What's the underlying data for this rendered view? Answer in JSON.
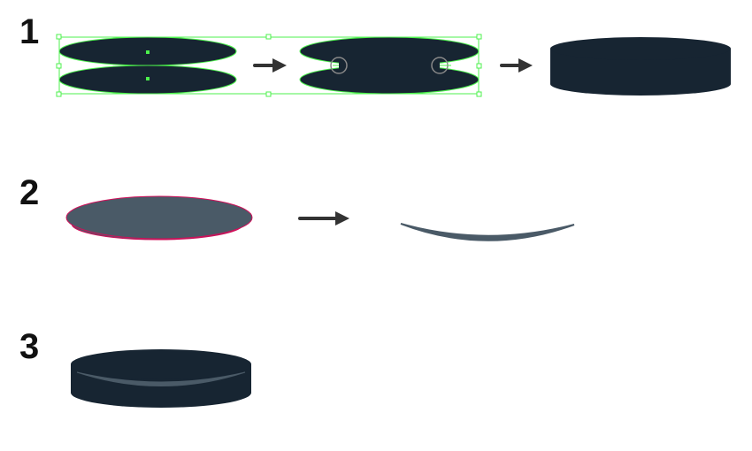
{
  "steps": [
    {
      "number": "1"
    },
    {
      "number": "2"
    },
    {
      "number": "3"
    }
  ],
  "colors": {
    "shape_dark": "#172532",
    "shape_gray": "#4a5a67",
    "selection_green": "#4cf04c",
    "outline_magenta": "#d0105a",
    "arrow": "#333333"
  }
}
